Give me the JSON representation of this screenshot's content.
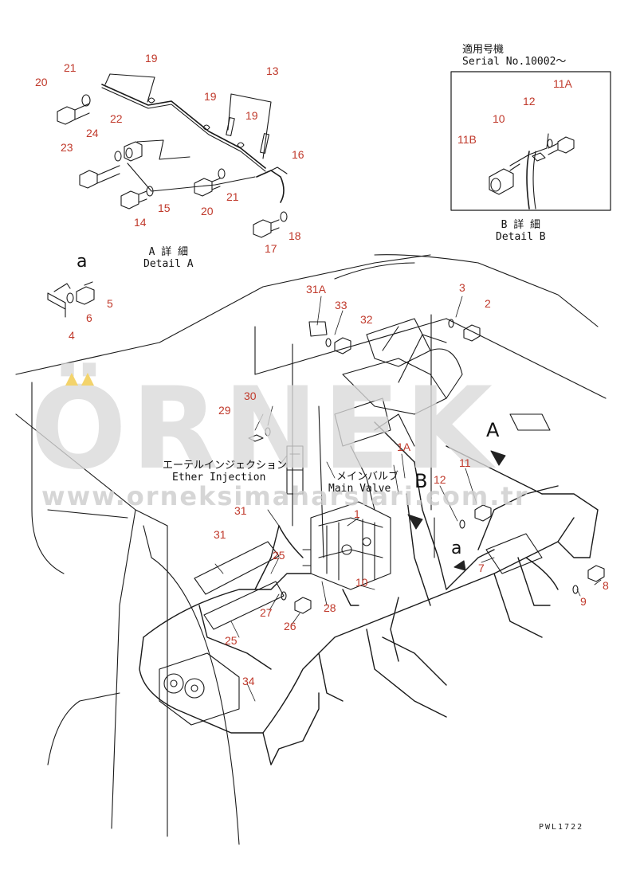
{
  "watermark": {
    "brand": "ÖRNEK",
    "url": "www.orneksimaharslari.com.tr",
    "color": "#d9d9d9",
    "accent": "#f3d36b"
  },
  "label_color": "#c0392b",
  "detail_a": {
    "jp": "A 詳 細",
    "en": "Detail A"
  },
  "detail_b": {
    "jp": "B 詳 細",
    "en": "Detail B"
  },
  "serial": {
    "jp": "適用号機",
    "en": "Serial No.10002～"
  },
  "ether": {
    "jp": "エーテルインジェクション",
    "en": "Ether Injection"
  },
  "main_valve": {
    "jp": "メインバルブ",
    "en": "Main Valve"
  },
  "view_letters": {
    "a_top": "a",
    "a_mid": "a",
    "A": "A",
    "B": "B"
  },
  "drawing_code": "PWL1722",
  "part_labels": {
    "p20a": "20",
    "p21a": "21",
    "p19a": "19",
    "p13": "13",
    "p19b": "19",
    "p19c": "19",
    "p22": "22",
    "p24": "24",
    "p23": "23",
    "p16": "16",
    "p15": "15",
    "p14": "14",
    "p20b": "20",
    "p21b": "21",
    "p18": "18",
    "p17": "17",
    "p11A": "11A",
    "p12b": "12",
    "p10b": "10",
    "p11B": "11B",
    "p5": "5",
    "p6": "6",
    "p4": "4",
    "p31A": "31A",
    "p3": "3",
    "p2": "2",
    "p33": "33",
    "p32": "32",
    "p30": "30",
    "p29": "29",
    "p1A": "1A",
    "p11": "11",
    "p12": "12",
    "p31a": "31",
    "p1": "1",
    "p31b": "31",
    "p25a": "25",
    "p7": "7",
    "p8": "8",
    "p9": "9",
    "p10": "10",
    "p27": "27",
    "p28": "28",
    "p26": "26",
    "p25b": "25",
    "p34": "34"
  }
}
